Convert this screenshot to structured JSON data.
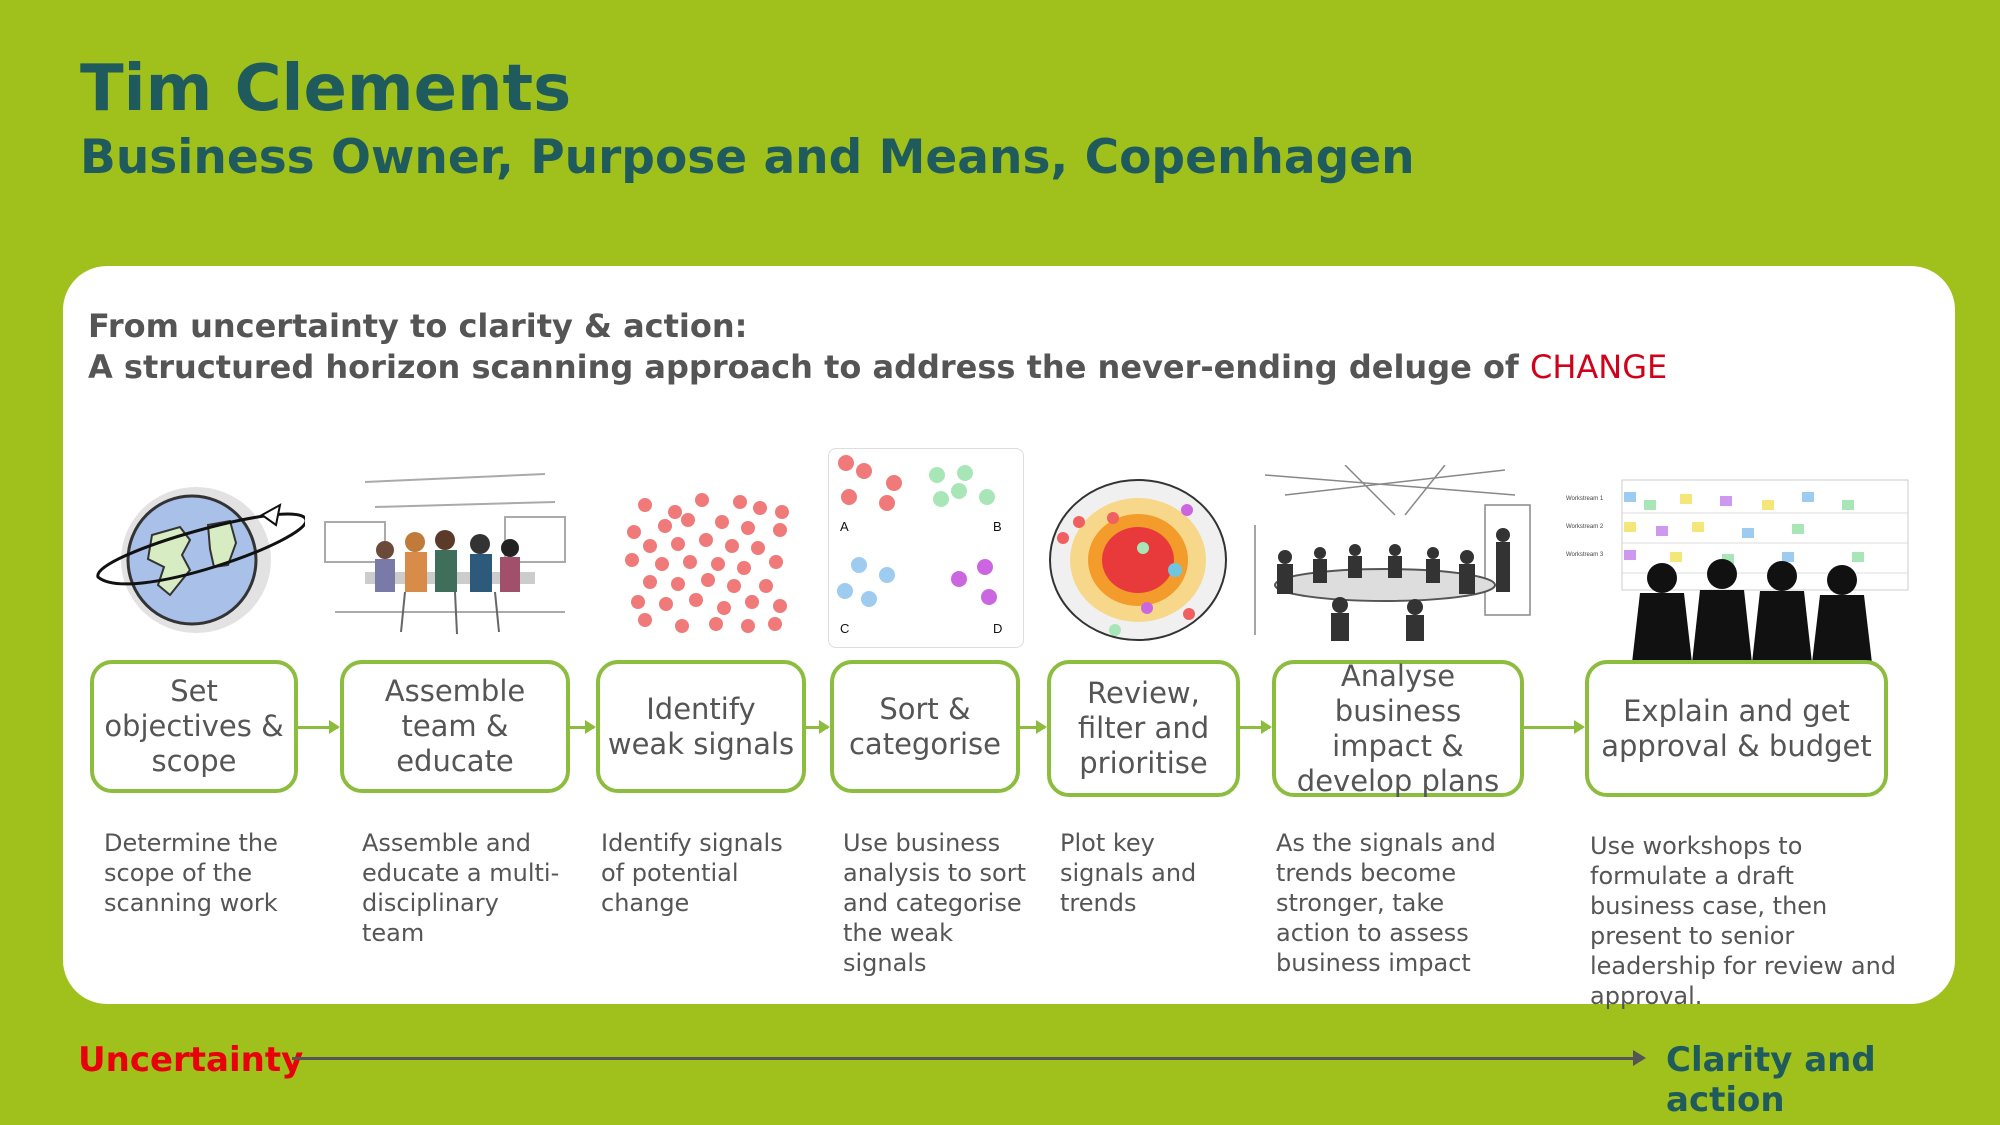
{
  "header": {
    "name": "Tim Clements",
    "role": "Business Owner, Purpose and Means, Copenhagen"
  },
  "panel": {
    "heading_line1": "From uncertainty to clarity & action:",
    "heading_line2": "A structured horizon scanning approach to address the never-ending deluge of",
    "heading_emphasis": "CHANGE"
  },
  "steps": [
    {
      "label": "Set objectives & scope",
      "description": "Determine the scope of the scanning work"
    },
    {
      "label": "Assemble team & educate",
      "description": "Assemble and educate a multi-disciplinary team"
    },
    {
      "label": "Identify weak signals",
      "description": "Identify signals of potential change"
    },
    {
      "label": "Sort & categorise",
      "description": "Use business analysis to sort and categorise the weak signals"
    },
    {
      "label": "Review, filter and prioritise",
      "description": "Plot key signals and trends"
    },
    {
      "label": "Analyse business impact & develop plans",
      "description": "As the signals and trends become stronger, take action to assess business impact"
    },
    {
      "label": "Explain and get approval & budget",
      "description": "Use workshops to formulate a draft business case, then present to senior leadership for review and approval."
    }
  ],
  "sort_quadrants": [
    "A",
    "B",
    "C",
    "D"
  ],
  "workshop_rows": [
    "Workstream 1",
    "Workstream 2",
    "Workstream 3"
  ],
  "timeline": {
    "start": "Uncertainty",
    "end": "Clarity and action"
  },
  "colors": {
    "background": "#a0c01c",
    "title": "#1f5a5c",
    "accent_red": "#d0021b",
    "step_border": "#8cbd3e"
  }
}
